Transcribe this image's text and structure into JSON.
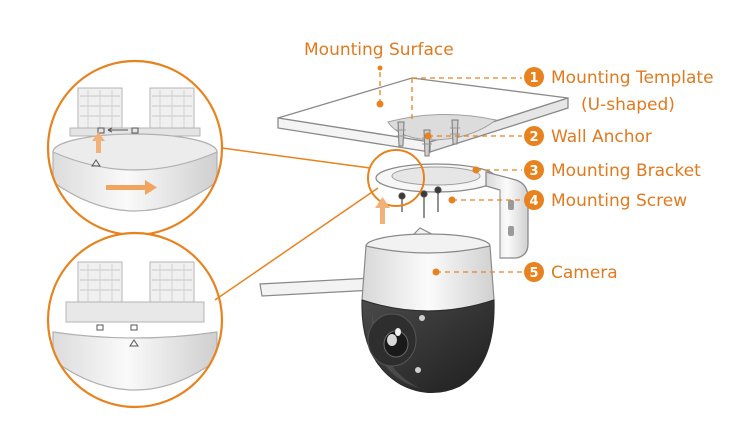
{
  "callouts": {
    "mounting_surface": "Mounting Surface",
    "c1": {
      "number": "1",
      "label_line1": "Mounting Template",
      "label_line2": "(U-shaped)"
    },
    "c2": {
      "number": "2",
      "label": "Wall Anchor"
    },
    "c3": {
      "number": "3",
      "label": "Mounting Bracket"
    },
    "c4": {
      "number": "4",
      "label": "Mounting Screw"
    },
    "c5": {
      "number": "5",
      "label": "Camera"
    }
  },
  "colors": {
    "accent": "#e8821e",
    "outline": "#9a9a9a",
    "dark": "#3a3a3a",
    "lens": "#2a2a2a"
  }
}
